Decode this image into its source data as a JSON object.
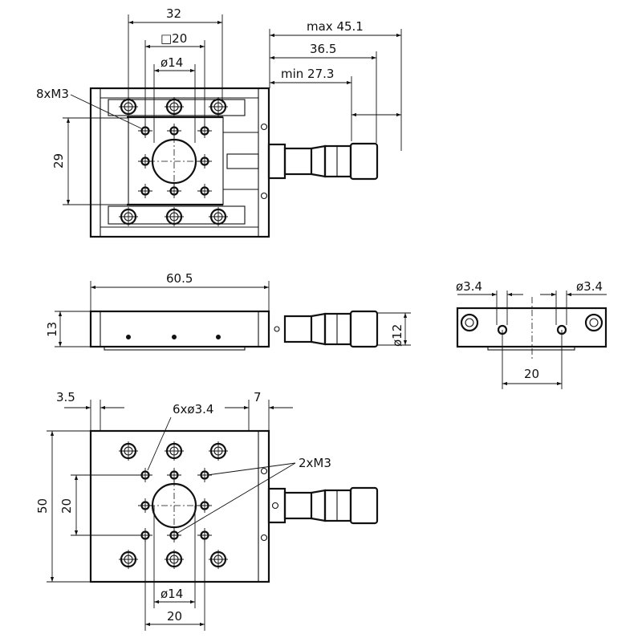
{
  "top_view": {
    "dim_width_32": "32",
    "dim_square_20": "□20",
    "dim_dia_14": "ø14",
    "thread_label": "8xM3",
    "dim_29": "29",
    "dim_max": "max 45.1",
    "dim_mid": "36.5",
    "dim_min": "min 27.3"
  },
  "side_view": {
    "dim_length": "60.5",
    "dim_height": "13",
    "dim_micrometer_dia": "ø12"
  },
  "end_view": {
    "dim_hole_left": "ø3.4",
    "dim_hole_right": "ø3.4",
    "dim_spacing": "20"
  },
  "bottom_view": {
    "dim_3_5": "3.5",
    "hole_label": "6xø3.4",
    "dim_7": "7",
    "thread_label": "2xM3",
    "dim_50": "50",
    "dim_20_vertical": "20",
    "dim_dia_14": "ø14",
    "dim_20_horizontal": "20"
  }
}
